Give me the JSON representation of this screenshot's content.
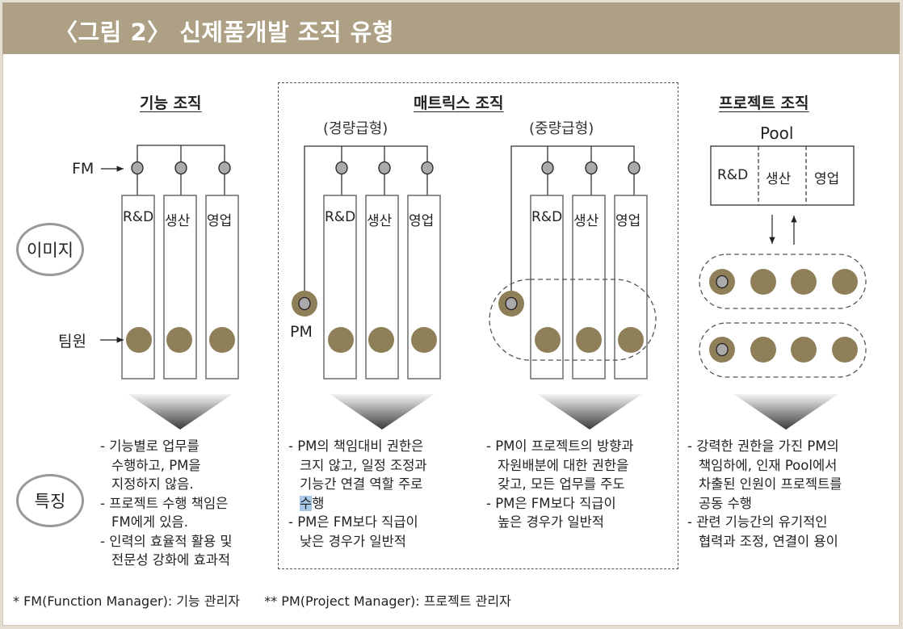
{
  "header": {
    "title": "〈그림 2〉 신제품개발 조직 유형"
  },
  "row_labels": {
    "image": "이미지",
    "features": "특징"
  },
  "colors": {
    "title_bar": "#ada084",
    "member_circle": "#8e7f58",
    "fm_circle": "#aaaaaa",
    "oval_border": "#999999"
  },
  "functional": {
    "title": "기능 조직",
    "fm_label": "FM",
    "member_label": "팀원",
    "columns": [
      "R&D",
      "생산",
      "영업"
    ],
    "features": [
      "- 기능별로 업무를 수행하고, PM을 지정하지 않음.",
      "- 프로젝트 수행 책임은 FM에게 있음.",
      "- 인력의 효율적 활용 및 전문성 강화에 효과적"
    ],
    "feature_lines": [
      "- 기능별로 업무를",
      "수행하고, PM을",
      "지정하지 않음.",
      "- 프로젝트 수행 책임은",
      "FM에게  있음.",
      "- 인력의 효율적 활용 및",
      "전문성 강화에 효과적"
    ]
  },
  "matrix": {
    "title": "매트릭스 조직",
    "light": {
      "subtitle": "(경량급형)",
      "pm_label": "PM",
      "columns": [
        "R&D",
        "생산",
        "영업"
      ],
      "feature_lines": [
        "- PM의 책임대비 권한은",
        "크지 않고, 일정 조정과",
        "기능간 연결 역할 주로",
        "수",
        "행",
        "- PM은 FM보다 직급이",
        "낮은 경우가 일반적"
      ]
    },
    "heavy": {
      "subtitle": "(중량급형)",
      "columns": [
        "R&D",
        "생산",
        "영업"
      ],
      "feature_lines": [
        "- PM이 프로젝트의 방향과",
        "자원배분에 대한 권한을",
        "갖고, 모든 업무를 주도",
        "- PM은 FM보다 직급이",
        "높은 경우가 일반적"
      ]
    }
  },
  "project": {
    "title": "프로젝트 조직",
    "pool_label": "Pool",
    "pool_columns": [
      "R&D",
      "생산",
      "영업"
    ],
    "feature_lines": [
      "- 강력한 권한을 가진 PM의",
      "책임하에, 인재 Pool에서",
      "차출된 인원이 프로젝트를",
      "공동 수행",
      "- 관련 기능간의 유기적인",
      "협력과 조정, 연결이 용이"
    ]
  },
  "footnotes": {
    "fm": "* FM(Function Manager): 기능 관리자",
    "pm": "** PM(Project Manager): 프로젝트 관리자"
  }
}
